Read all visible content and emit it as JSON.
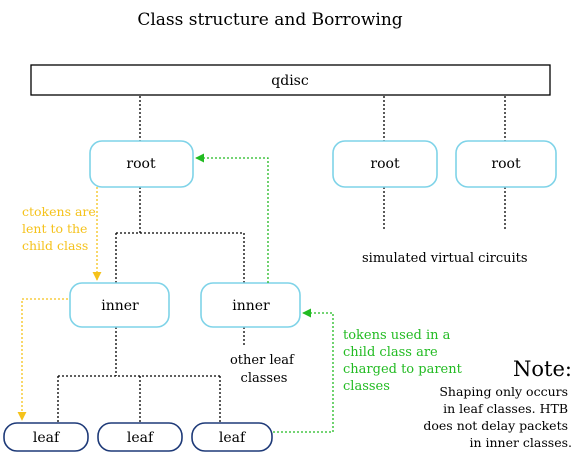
{
  "title": "Class structure and Borrowing",
  "nodes": {
    "qdisc": "qdisc",
    "root_main": "root",
    "root_sim_1": "root",
    "root_sim_2": "root",
    "inner_left": "inner",
    "inner_right": "inner",
    "leaf_1": "leaf",
    "leaf_2": "leaf",
    "leaf_3": "leaf"
  },
  "annotations": {
    "ctokens": [
      "ctokens are",
      "lent to the",
      "child class"
    ],
    "simulated": "simulated virtual circuits",
    "other_leaf": [
      "other leaf",
      "classes"
    ],
    "tokens": [
      "tokens used in a",
      "child class are",
      "charged to parent",
      "classes"
    ],
    "note_heading": "Note:",
    "note_body": [
      "Shaping only occurs",
      "in leaf classes. HTB",
      "does not delay packets",
      "in inner classes."
    ]
  },
  "colors": {
    "ctokens_arrow": "#f5c21b",
    "tokens_arrow": "#22bb22",
    "root_inner_border": "#7fd3e8",
    "leaf_border": "#1e3a78",
    "line": "#000000"
  }
}
